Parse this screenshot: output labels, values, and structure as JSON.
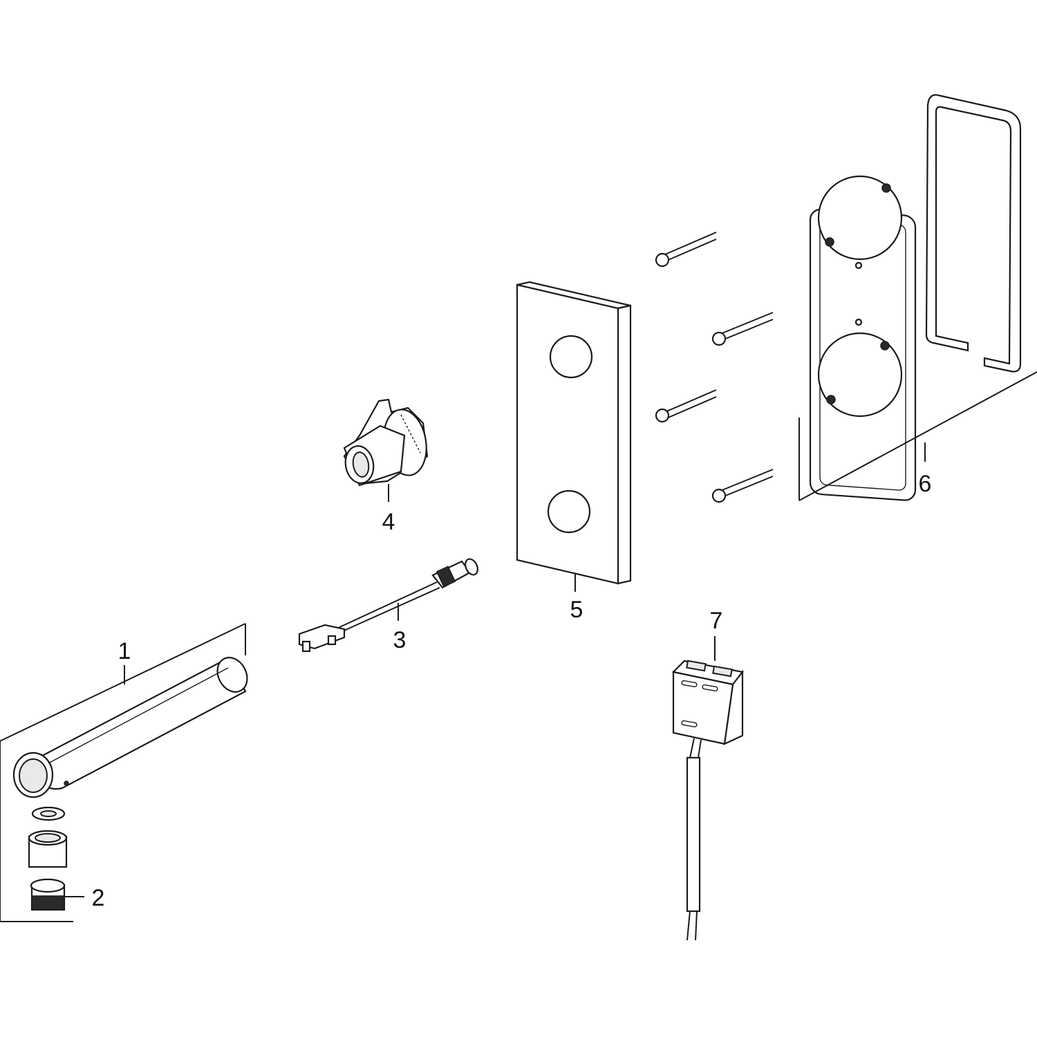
{
  "callouts": [
    {
      "id": "1",
      "text": "1"
    },
    {
      "id": "2",
      "text": "2"
    },
    {
      "id": "3",
      "text": "3"
    },
    {
      "id": "4",
      "text": "4"
    },
    {
      "id": "5",
      "text": "5"
    },
    {
      "id": "6",
      "text": "6"
    },
    {
      "id": "7",
      "text": "7"
    }
  ],
  "colors": {
    "line": "#1a1a1a",
    "background": "#ffffff",
    "shade": "#e9e9e9"
  }
}
